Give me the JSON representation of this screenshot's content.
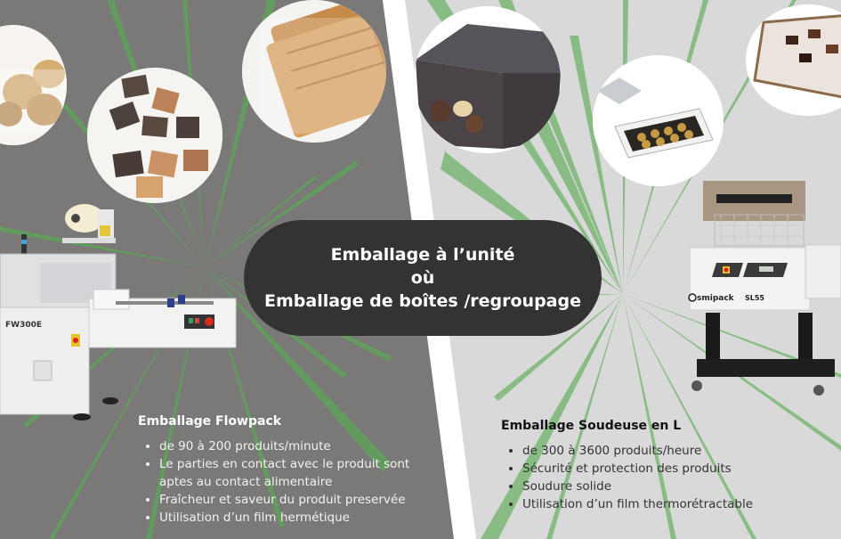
{
  "banner": {
    "line1": "Emballage à l’unité",
    "line2": "où",
    "line3": "Emballage de boîtes /regroupage"
  },
  "left_panel": {
    "background": "#7a7978",
    "machine_label": "FW300E",
    "feature": {
      "title": "Emballage Flowpack",
      "items": [
        "de 90 à 200 produits/minute",
        "Le parties en contact avec le produit sont aptes au contact alimentaire",
        "Fraîcheur et saveur du produit preservée",
        "Utilisation d’un film hermétique"
      ]
    },
    "images": [
      "wrapped-cookies",
      "wrapped-chocolates",
      "wrapped-biscuits",
      "flowpack-machine"
    ]
  },
  "right_panel": {
    "background": "#d9d9d9",
    "machine_brand": "smipack",
    "machine_model": "SL55",
    "feature": {
      "title": "Emballage Soudeuse en L",
      "items": [
        "de 300 à 3600 produits/heure",
        "Sécurité et protection des produits",
        "Soudure solide",
        "Utilisation d’un film thermorétractable"
      ]
    },
    "images": [
      "shrink-wrapped-chocolate-box",
      "shrink-wrapped-praline-tray",
      "chocolate-gift-box",
      "l-sealer-machine"
    ]
  },
  "colors": {
    "accent_green": "#6fb36a",
    "pill": "#353233",
    "divider": "#ffffff"
  }
}
